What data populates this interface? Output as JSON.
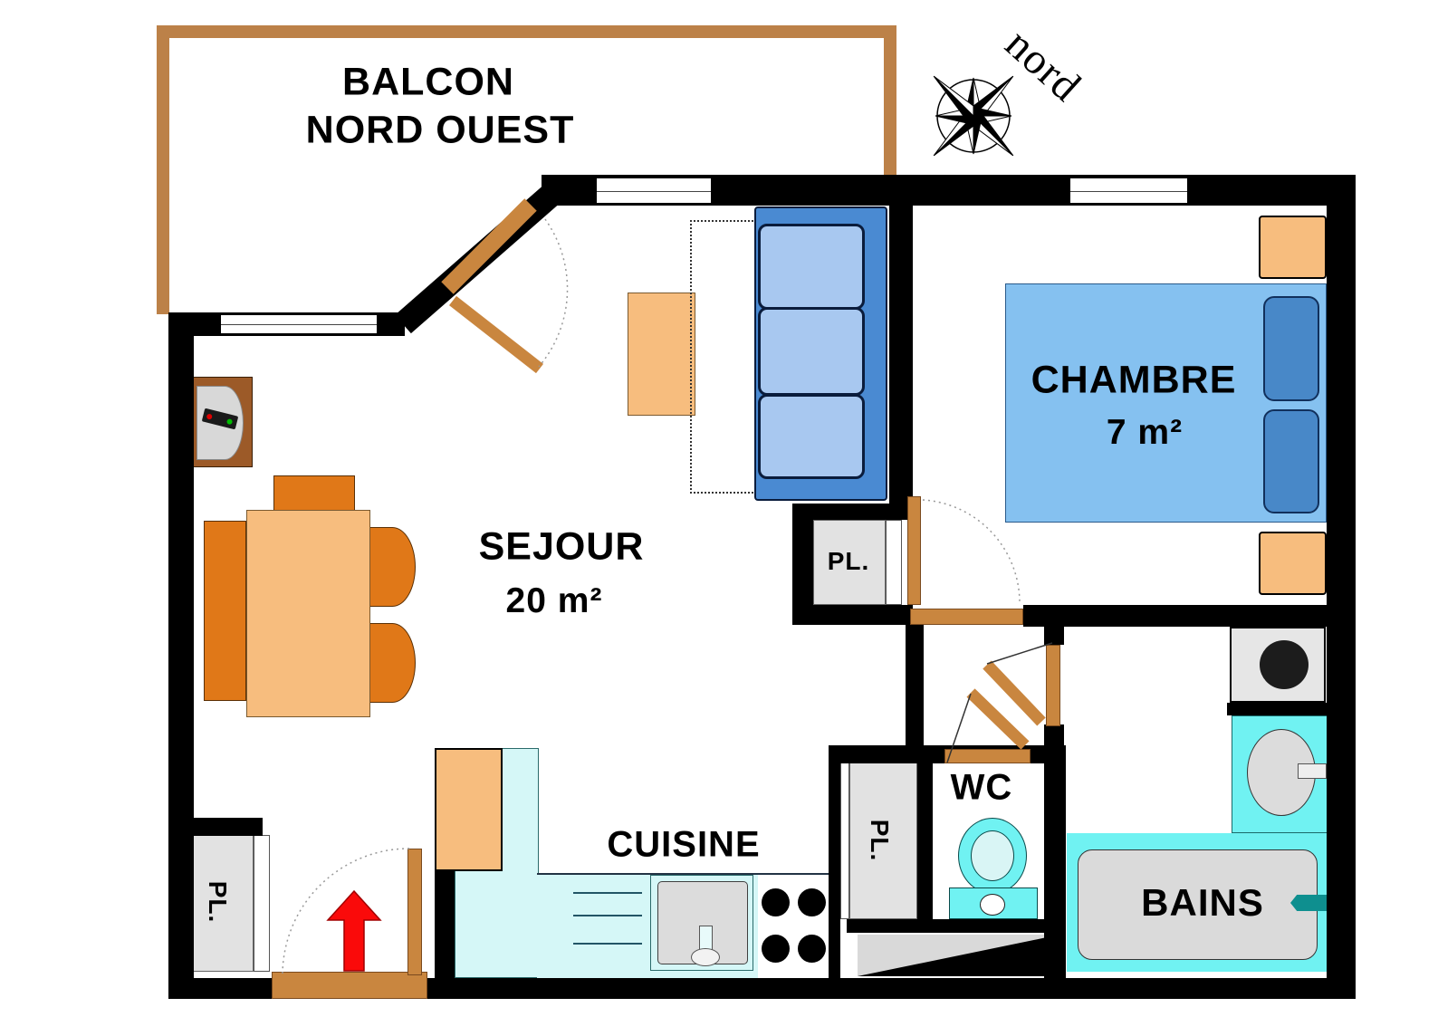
{
  "compass": {
    "label": "nord"
  },
  "rooms": {
    "balcony": {
      "label_line1": "BALCON",
      "label_line2": "NORD OUEST"
    },
    "living": {
      "label": "SEJOUR",
      "area": "20 m²"
    },
    "bedroom": {
      "label": "CHAMBRE",
      "area": "7 m²"
    },
    "kitchen": {
      "label": "CUISINE"
    },
    "wc": {
      "label": "WC"
    },
    "bathroom": {
      "label": "BAINS"
    }
  },
  "closets": {
    "hall_closet": "PL.",
    "wc_closet": "PL.",
    "entry_closet": "PL."
  },
  "colors": {
    "wall": "#000000",
    "door_wood": "#c9863f",
    "balcony_rail": "#bc8148",
    "furniture_light": "#f7bd7e",
    "furniture_dark": "#e07818",
    "sofa_frame": "#4a8ad2",
    "sofa_cushion": "#a8c8f0",
    "bed_blue": "#85c1f0",
    "pillow_blue": "#4888c8",
    "fixture_cyan": "#70f2f2",
    "counter_cyan": "#d5f7f7",
    "closet_gray": "#e2e2e2",
    "tub_gray": "#dadada",
    "arrow_red": "#fa0a0a",
    "faucet_teal": "#0e8f8f"
  }
}
